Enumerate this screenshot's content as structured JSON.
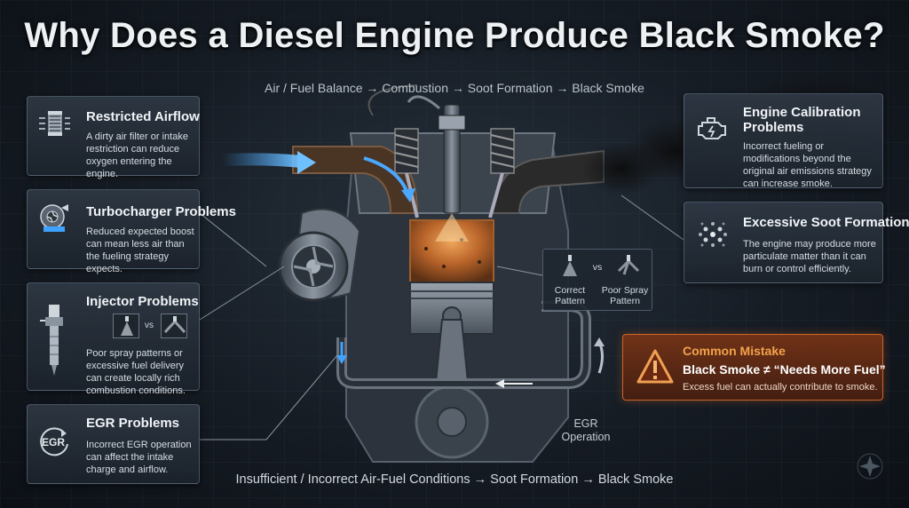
{
  "title": "Why Does a Diesel Engine Produce Black Smoke?",
  "flow_top": "Air / Fuel Balance → Combustion → Soot Formation → Black Smoke",
  "flow_bottom": "Insufficient / Incorrect Air-Fuel Conditions → Soot Formation → Black Smoke",
  "left_cards": [
    {
      "title": "Restricted Airflow",
      "body": "A dirty air filter or intake restriction can reduce oxygen entering the engine.",
      "icon": "air-filter-icon"
    },
    {
      "title": "Turbocharger Problems",
      "body": "Reduced expected boost can mean less air than the fueling strategy expects.",
      "icon": "turbocharger-icon"
    },
    {
      "title": "Injector Problems",
      "body": "Poor spray patterns or excessive fuel delivery can create locally rich combustion conditions.",
      "icon": "injector-icon",
      "vs": "vs"
    },
    {
      "title": "EGR Problems",
      "body": "Incorrect EGR operation can affect the intake charge and airflow.",
      "icon": "egr-icon",
      "icon_text": "EGR"
    }
  ],
  "right_cards": [
    {
      "title": "Engine Calibration Problems",
      "body": "Incorrect fueling or modifications beyond the original air emissions strategy can increase smoke.",
      "icon": "check-engine-icon"
    },
    {
      "title": "Excessive Soot Formation",
      "body": "The engine may produce more particulate matter than it can burn or control efficiently.",
      "icon": "soot-particles-icon"
    }
  ],
  "mistake": {
    "label": "Common Mistake",
    "title": "Black Smoke ≠ “Needs More Fuel”",
    "body": "Excess fuel can actually contribute to smoke.",
    "icon": "warning-icon"
  },
  "spray": {
    "correct": "Correct Pattern",
    "poor": "Poor Spray Pattern",
    "vs": "vs"
  },
  "egr_label": "EGR Operation",
  "colors": {
    "accent_blue": "#3fa2ff",
    "warning_orange": "#e07a2a",
    "soot": "#1a1a1a"
  }
}
